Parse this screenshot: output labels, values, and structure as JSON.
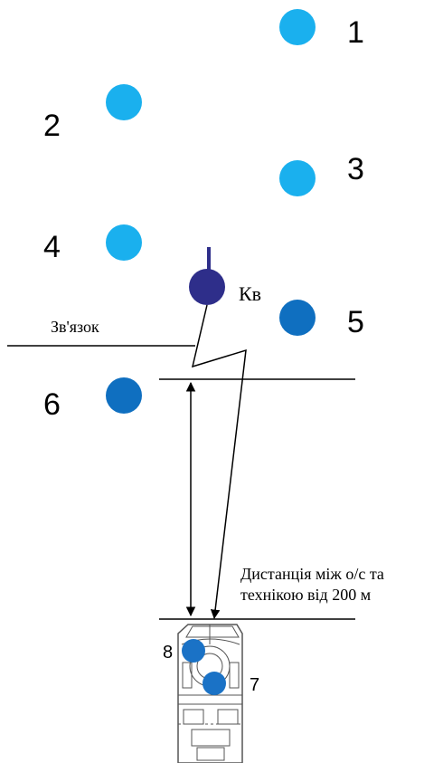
{
  "positions": [
    {
      "label": "1",
      "color": "#1ab0ee"
    },
    {
      "label": "2",
      "color": "#1ab0ee"
    },
    {
      "label": "3",
      "color": "#1ab0ee"
    },
    {
      "label": "4",
      "color": "#1ab0ee"
    },
    {
      "label": "5",
      "color": "#0f6fc0"
    },
    {
      "label": "6",
      "color": "#0f6fc0"
    },
    {
      "label": "7",
      "color": "#1a72c6"
    },
    {
      "label": "8",
      "color": "#1a72c6"
    }
  ],
  "commander": {
    "label": "Кв",
    "color": "#2e2e8a"
  },
  "comm_label": "Зв'язок",
  "distance_label": {
    "line1": "Дистанція між о/с та",
    "line2": "технікою від 200 м"
  }
}
